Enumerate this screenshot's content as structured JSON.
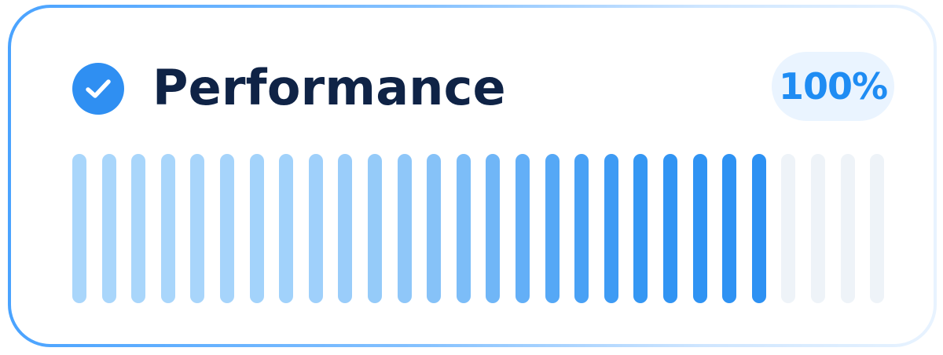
{
  "widget": {
    "title": "Performance",
    "percent_label": "100%",
    "check_icon": "check-circle-icon",
    "bars": {
      "total": 28,
      "filled": 24,
      "filled_colors": [
        "#a9d6fb",
        "#a9d6fb",
        "#a9d6fb",
        "#a9d6fb",
        "#a8d5fb",
        "#a6d4fb",
        "#a3d3fb",
        "#a1d2fb",
        "#9fd0fb",
        "#9acdfa",
        "#95cbf9",
        "#8fc7f9",
        "#86c2f8",
        "#7cbdf8",
        "#70b6f7",
        "#63aff7",
        "#55a8f6",
        "#49a1f5",
        "#3e9bf4",
        "#3597f3",
        "#3194f3",
        "#2f93f3",
        "#2e92f3",
        "#2d91f3"
      ],
      "empty_color": "#eef3f8"
    },
    "colors": {
      "accent": "#2f8ff2",
      "title": "#0f2346",
      "pill_bg": "#eaf4ff",
      "pill_text": "#1f8cf3"
    }
  }
}
